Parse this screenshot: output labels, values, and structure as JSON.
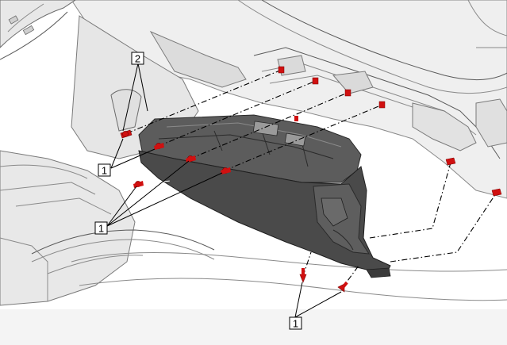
{
  "callouts": {
    "c2": "2",
    "c1a": "1",
    "c1b": "1",
    "c1c": "1"
  },
  "colors": {
    "fastener": "#d01010",
    "glovebox": "#4a4a4a",
    "panel_fill": "#ececec",
    "background": "#ffffff"
  }
}
